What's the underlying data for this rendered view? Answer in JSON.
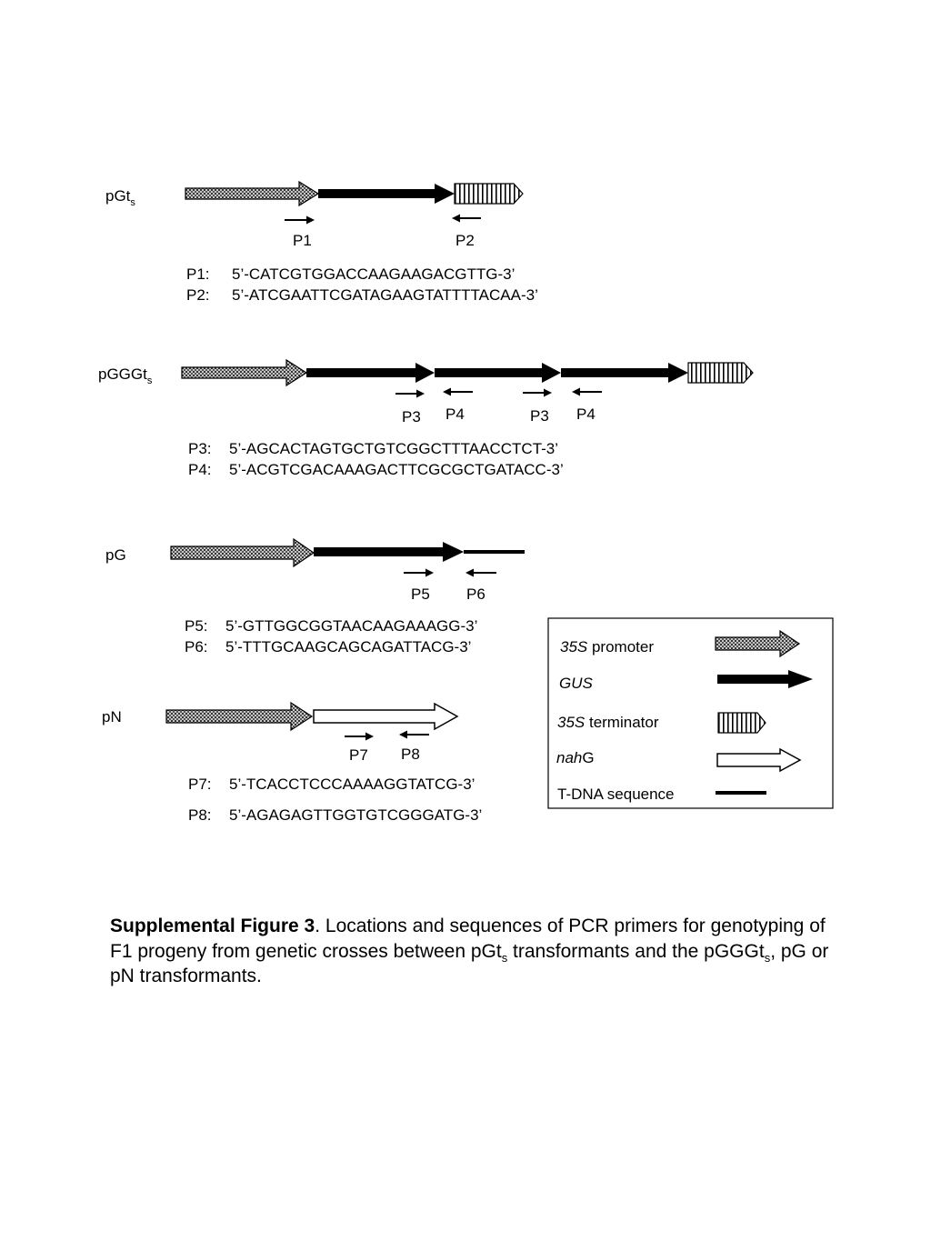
{
  "constructs": [
    {
      "id": "pGts",
      "name": "pGt",
      "subscript": "s",
      "primers": [
        {
          "label": "P1",
          "direction": "forward"
        },
        {
          "label": "P2",
          "direction": "reverse"
        }
      ],
      "sequences": [
        {
          "label": "P1:",
          "seq": "5’-CATCGTGGACCAAGAAGACGTTG-3’"
        },
        {
          "label": "P2:",
          "seq": "5’-ATCGAATTCGATAGAAGTATTTTACAA-3’"
        }
      ]
    },
    {
      "id": "pGGGts",
      "name": "pGGGt",
      "subscript": "s",
      "primers": [
        {
          "label": "P3",
          "direction": "forward"
        },
        {
          "label": "P4",
          "direction": "reverse"
        },
        {
          "label": "P3",
          "direction": "forward"
        },
        {
          "label": "P4",
          "direction": "reverse"
        }
      ],
      "sequences": [
        {
          "label": "P3:",
          "seq": "5’-AGCACTAGTGCTGTCGGCTTTAACCTCT-3’"
        },
        {
          "label": "P4:",
          "seq": "5’-ACGTCGACAAAGACTTCGCGCTGATACC-3’"
        }
      ]
    },
    {
      "id": "pG",
      "name": "pG",
      "subscript": "",
      "primers": [
        {
          "label": "P5",
          "direction": "forward"
        },
        {
          "label": "P6",
          "direction": "reverse"
        }
      ],
      "sequences": [
        {
          "label": "P5:",
          "seq": "5’-GTTGGCGGTAACAAGAAAGG-3’"
        },
        {
          "label": "P6:",
          "seq": "5’-TTTGCAAGCAGCAGATTACG-3’"
        }
      ]
    },
    {
      "id": "pN",
      "name": "pN",
      "subscript": "",
      "primers": [
        {
          "label": "P7",
          "direction": "forward"
        },
        {
          "label": "P8",
          "direction": "reverse"
        }
      ],
      "sequences": [
        {
          "label": "P7:",
          "seq": "5’-TCACCTCCCAAAAGGTATCG-3’"
        },
        {
          "label": "P8:",
          "seq": "5’-AGAGAGTTGGTGTCGGGATG-3’"
        }
      ]
    }
  ],
  "legend": [
    {
      "id": "promoter",
      "italic": "35S",
      "text": " promoter"
    },
    {
      "id": "gus",
      "italic": "GUS",
      "text": ""
    },
    {
      "id": "terminator",
      "italic": "35S",
      "text": " terminator"
    },
    {
      "id": "nahg",
      "italic": "nah",
      "text": "G"
    },
    {
      "id": "tdna",
      "italic": "",
      "text": "T-DNA sequence"
    }
  ],
  "caption": {
    "bold": "Supplemental Figure 3",
    "part1": ".   Locations and sequences of PCR primers for genotyping of F1 progeny from genetic crosses between pGt",
    "sub1": "s",
    "part2": " transformants and the pGGGt",
    "sub2": "s",
    "part3": ", pG or pN transformants."
  }
}
